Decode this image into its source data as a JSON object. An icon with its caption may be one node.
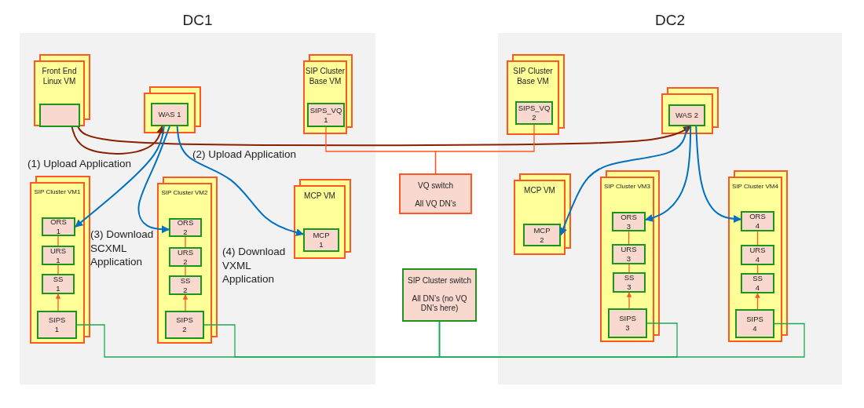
{
  "diagram": {
    "nodes": [
      {
        "text": [
          "DC1"
        ]
      },
      {
        "text": [
          "DC2"
        ]
      },
      {
        "text": [
          "Front End Linux VM"
        ],
        "in": 0
      },
      {
        "text": [],
        "shape": "box",
        "in": 2
      },
      {
        "text": [],
        "shape": "box",
        "in": 0
      },
      {
        "text": [
          "WAS 1"
        ],
        "in": 4
      },
      {
        "text": [
          "SIP Cluster Base VM"
        ],
        "in": 0
      },
      {
        "text": [
          "SIPS_VQ",
          "1"
        ],
        "in": 6
      },
      {
        "text": [
          "SIP Cluster VM1"
        ],
        "in": 0
      },
      {
        "text": [
          "ORS",
          "1"
        ],
        "in": 8
      },
      {
        "text": [
          "URS",
          "1"
        ],
        "in": 8
      },
      {
        "text": [
          "SS",
          "1"
        ],
        "in": 8
      },
      {
        "text": [
          "SIPS",
          "1"
        ],
        "in": 8
      },
      {
        "text": [
          "SIP Cluster VM2"
        ],
        "in": 0
      },
      {
        "text": [
          "ORS",
          "2"
        ],
        "in": 13
      },
      {
        "text": [
          "URS",
          "2"
        ],
        "in": 13
      },
      {
        "text": [
          "SS",
          "2"
        ],
        "in": 13
      },
      {
        "text": [
          "SIPS",
          "2"
        ],
        "in": 13
      },
      {
        "text": [
          "MCP VM"
        ],
        "in": 0
      },
      {
        "text": [
          "MCP",
          "1"
        ],
        "in": 18
      },
      {
        "text": [
          "VQ switch",
          "All VQ DN’s"
        ]
      },
      {
        "text": [
          "SIP Cluster switch",
          "All DN’s (no VQ DN’s here)"
        ]
      },
      {
        "text": [
          "SIP Cluster Base VM"
        ],
        "in": 1
      },
      {
        "text": [
          "SIPS_VQ",
          "2"
        ],
        "in": 22
      },
      {
        "text": [],
        "shape": "box",
        "in": 1
      },
      {
        "text": [
          "WAS 2"
        ],
        "in": 24
      },
      {
        "text": [
          "MCP VM"
        ],
        "in": 1
      },
      {
        "text": [
          "MCP",
          "2"
        ],
        "in": 26
      },
      {
        "text": [
          "SIP Cluster VM3"
        ],
        "in": 1
      },
      {
        "text": [
          "ORS",
          "3"
        ],
        "in": 28
      },
      {
        "text": [
          "URS",
          "3"
        ],
        "in": 28
      },
      {
        "text": [
          "SS",
          "3"
        ],
        "in": 28
      },
      {
        "text": [
          "SIPS",
          "3"
        ],
        "in": 28
      },
      {
        "text": [
          "SIP Cluster VM4"
        ],
        "in": 1
      },
      {
        "text": [
          "ORS",
          "4"
        ],
        "in": 33
      },
      {
        "text": [
          "URS",
          "4"
        ],
        "in": 33
      },
      {
        "text": [
          "SS",
          "4"
        ],
        "in": 33
      },
      {
        "text": [
          "SIPS",
          "4"
        ],
        "in": 33
      }
    ],
    "edges": [
      {
        "from": 3,
        "to": 5,
        "arrow": "to",
        "color": "#8b2000"
      },
      {
        "from": 3,
        "to": 25,
        "arrow": "to",
        "color": "#8b2000"
      },
      {
        "from": 5,
        "to": 9,
        "arrow": "to",
        "color": "#0070c0"
      },
      {
        "from": 5,
        "to": 14,
        "arrow": "to",
        "color": "#0070c0"
      },
      {
        "from": 5,
        "to": 19,
        "arrow": "to",
        "color": "#0070c0"
      },
      {
        "from": 25,
        "to": 27,
        "arrow": "to",
        "color": "#0070c0"
      },
      {
        "from": 25,
        "to": 29,
        "arrow": "to",
        "color": "#0070c0"
      },
      {
        "from": 25,
        "to": 34,
        "arrow": "to",
        "color": "#0070c0"
      },
      {
        "from": 7,
        "to": 20,
        "arrow": "none"
      },
      {
        "from": 23,
        "to": 20,
        "arrow": "none"
      },
      {
        "from": 12,
        "to": 21,
        "arrow": "none",
        "color": "#1aaa55"
      },
      {
        "from": 17,
        "to": 21,
        "arrow": "none",
        "color": "#1aaa55"
      },
      {
        "from": 32,
        "to": 21,
        "arrow": "none",
        "color": "#1aaa55"
      },
      {
        "from": 37,
        "to": 21,
        "arrow": "none",
        "color": "#1aaa55"
      },
      {
        "from": 12,
        "to": 11,
        "arrow": "to"
      },
      {
        "from": 11,
        "to": 10,
        "arrow": "none"
      },
      {
        "from": 10,
        "to": 9,
        "arrow": "none"
      },
      {
        "from": 17,
        "to": 16,
        "arrow": "to"
      },
      {
        "from": 16,
        "to": 15,
        "arrow": "none"
      },
      {
        "from": 15,
        "to": 14,
        "arrow": "none"
      },
      {
        "from": 32,
        "to": 31,
        "arrow": "to"
      },
      {
        "from": 31,
        "to": 30,
        "arrow": "none"
      },
      {
        "from": 30,
        "to": 29,
        "arrow": "none"
      },
      {
        "from": 37,
        "to": 36,
        "arrow": "to"
      },
      {
        "from": 36,
        "to": 35,
        "arrow": "none"
      },
      {
        "from": 35,
        "to": 34,
        "arrow": "none"
      }
    ],
    "labels": [
      "(1) Upload Application",
      "(2) Upload Application",
      "(3) Download SCXML Application",
      "(4) Download VXML Application"
    ]
  }
}
